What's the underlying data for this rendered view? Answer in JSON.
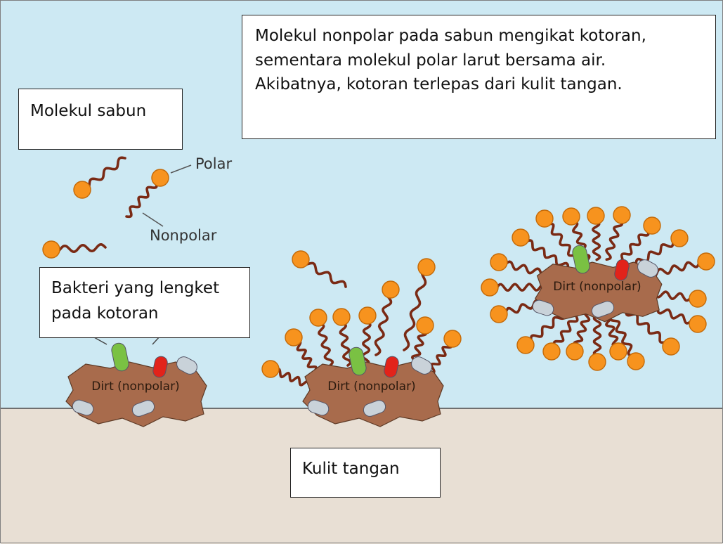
{
  "boxes": {
    "main": [
      "Molekul nonpolar pada sabun mengikat kotoran,",
      "sementara molekul polar larut bersama air.",
      "Akibatnya, kotoran terlepas dari kulit tangan."
    ],
    "soap": "Molekul sabun",
    "bacteria": [
      "Bakteri yang lengket",
      "pada kotoran"
    ],
    "skin": "Kulit tangan"
  },
  "labels": {
    "polar": "Polar",
    "nonpolar": "Nonpolar",
    "dirt": "Dirt (nonpolar)"
  },
  "colors": {
    "water": "#cde9f3",
    "skin": "#e8dfd4",
    "dirt": "#a86b4c",
    "head": "#f7931e",
    "tail": "#7a2a14",
    "bacteria_green": "#7ac143",
    "bacteria_red": "#e2231a",
    "bacteria_gray": "#c9d2d9"
  }
}
